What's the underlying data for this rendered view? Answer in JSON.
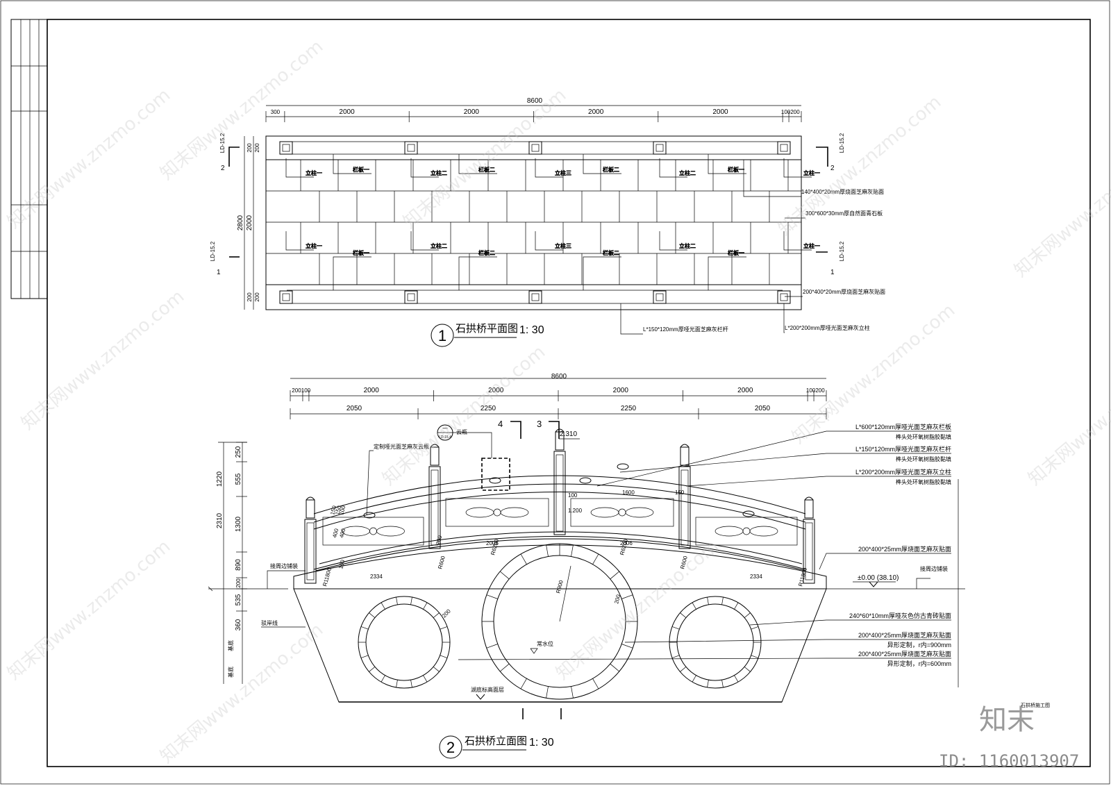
{
  "plan": {
    "total": "8600",
    "segments": [
      "300",
      "2000",
      "2000",
      "2000",
      "2000",
      "100",
      "200"
    ],
    "height": "2800",
    "inner": "2000",
    "edge": "200",
    "posts": [
      "立柱一",
      "立柱二",
      "立柱三",
      "立柱二",
      "立柱一"
    ],
    "panels": [
      "栏板一",
      "栏板二",
      "栏板二",
      "栏板一"
    ],
    "section_code": "LD-15.2",
    "section_up": "2",
    "section_down": "1",
    "notes": [
      "140*400*20mm厚烧面芝麻灰贴面",
      "300*600*30mm厚自然面青石板",
      "200*400*20mm厚烧面芝麻灰贴面",
      "L*150*120mm厚哑光面芝麻灰栏杆",
      "L*200*200mm厚哑光面芝麻灰立柱"
    ],
    "title_num": "1",
    "title": "石拱桥平面图",
    "scale": "1: 30"
  },
  "elev": {
    "total": "8600",
    "top_segments": [
      "200",
      "100",
      "2000",
      "2000",
      "2000",
      "2000",
      "100",
      "200"
    ],
    "bottom_segments": [
      "2050",
      "2250",
      "2250",
      "2050"
    ],
    "vdims_outer": [
      "1220",
      "2310"
    ],
    "vdims_inner": [
      "250",
      "555",
      "1300",
      "890",
      "200",
      "535",
      "360"
    ],
    "vlabels": [
      "基底",
      "基底"
    ],
    "cut_marks": [
      "4",
      "3"
    ],
    "top_level": "2.310",
    "cloud_label": "云瓶",
    "cloud_ref": "一",
    "cloud_ref_sub": "LD-15.4",
    "ornament_note": "定制哑光面芝麻灰云瓶",
    "dims_on_bridge": [
      "100",
      "1600",
      "150",
      "1.200",
      "2006",
      "2006",
      "R6200",
      "R6200",
      "R600",
      "R600",
      "R900",
      "R11800",
      "R11800",
      "2334",
      "2334",
      "200",
      "200",
      "200",
      "150",
      "150",
      "100",
      "400",
      "400",
      "100"
    ],
    "level": "±0.00 (38.10)",
    "left_notes": [
      "接周边铺装",
      "驳岸线"
    ],
    "right_note_ground": "接周边铺装",
    "water_level": "常水位",
    "bed": "湖底标高面层",
    "notes": [
      "L*600*120mm厚哑光面芝麻灰栏板",
      "榫头处环氧树脂胶黏填",
      "L*150*120mm厚哑光面芝麻灰栏杆",
      "榫头处环氧树脂胶黏填",
      "L*200*200mm厚哑光面芝麻灰立柱",
      "榫头处环氧树脂胶黏填",
      "200*400*25mm厚烧面芝麻灰贴面",
      "240*60*10mm厚哑灰色仿古青砖贴面",
      "200*400*25mm厚烧面芝麻灰贴面",
      "异形定制，r内=900mm",
      "200*400*25mm厚烧面芝麻灰贴面",
      "异形定制，r内=600mm"
    ],
    "title_num": "2",
    "title": "石拱桥立面图",
    "scale": "1: 30"
  },
  "frame_label": "石拱桥施工图",
  "watermark": "知末网www.znzmo.com",
  "logo": "知末",
  "id_text": "ID: 1160013907"
}
